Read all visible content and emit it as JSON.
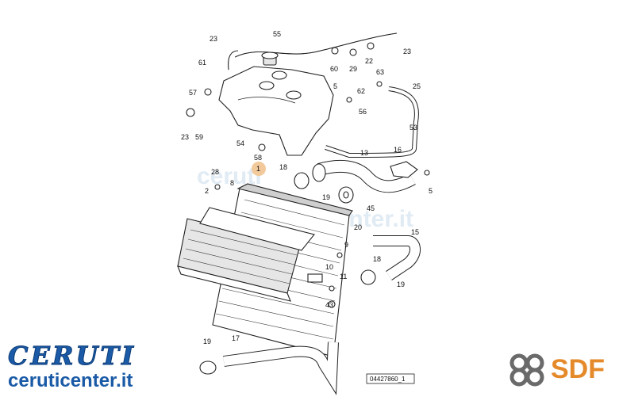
{
  "diagram": {
    "reference_code": "04427860_1",
    "highlight_color": "#f2c99a",
    "callouts": [
      "23",
      "55",
      "22",
      "23",
      "61",
      "60",
      "29",
      "5",
      "62",
      "63",
      "25",
      "57",
      "56",
      "53",
      "23",
      "59",
      "54",
      "58",
      "13",
      "16",
      "28",
      "18",
      "1",
      "5",
      "2",
      "8",
      "19",
      "45",
      "20",
      "15",
      "9",
      "10",
      "11",
      "43",
      "18",
      "19",
      "19",
      "17"
    ],
    "watermarks": [
      "ceruti",
      "center.it",
      "SDF"
    ]
  },
  "brands": {
    "dealer_logo": "CERUTI",
    "dealer_site": "ceruticenter.it",
    "maker_logo": "SDF",
    "maker_color": "#e58a2a",
    "dealer_color": "#1a5aa6"
  }
}
